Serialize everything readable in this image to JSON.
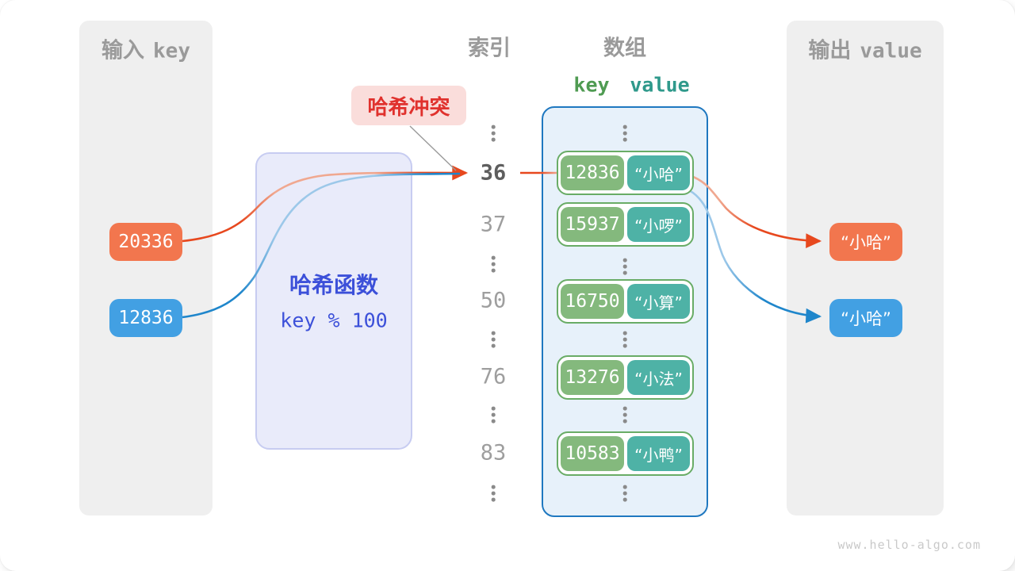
{
  "input_panel": {
    "title_zh": "输入",
    "title_en": "key",
    "keys": [
      {
        "value": "20336",
        "color": "#f2764e"
      },
      {
        "value": "12836",
        "color": "#42a0e3"
      }
    ]
  },
  "hash_function": {
    "name": "哈希函数",
    "formula": "key % 100"
  },
  "collision_badge": {
    "text": "哈希冲突"
  },
  "index_column": {
    "title": "索引",
    "values": [
      "36",
      "37",
      "50",
      "76",
      "83"
    ],
    "highlighted": "36"
  },
  "array": {
    "title": "数组",
    "header": {
      "key": "key",
      "value": "value"
    },
    "rows": [
      {
        "key": "12836",
        "value": "“小哈”"
      },
      {
        "key": "15937",
        "value": "“小啰”"
      },
      {
        "key": "16750",
        "value": "“小算”"
      },
      {
        "key": "13276",
        "value": "“小法”"
      },
      {
        "key": "10583",
        "value": "“小鸭”"
      }
    ]
  },
  "output_panel": {
    "title_zh": "输出",
    "title_en": "value",
    "values": [
      {
        "text": "“小哈”",
        "color": "#f2764e"
      },
      {
        "text": "“小哈”",
        "color": "#42a0e3"
      }
    ]
  },
  "watermark": "www.hello-algo.com",
  "colors": {
    "arrow_orange": "#e7481e",
    "arrow_blue": "#1f86cb",
    "box_orange": "#f2764e",
    "box_blue": "#42a0e3",
    "key_green": "#84b97d",
    "value_teal": "#4eb2a6",
    "row_border_green": "#69ac66",
    "array_border_blue": "#1f78c0",
    "array_fill": "#e7f1fa",
    "hash_fill": "#e9ebfa",
    "hash_text_blue": "#3c50d9",
    "collision_red": "#e0312d",
    "collision_fill": "#fadddb",
    "panel_gray": "#efefef",
    "heading_gray": "#9a9a9a"
  }
}
